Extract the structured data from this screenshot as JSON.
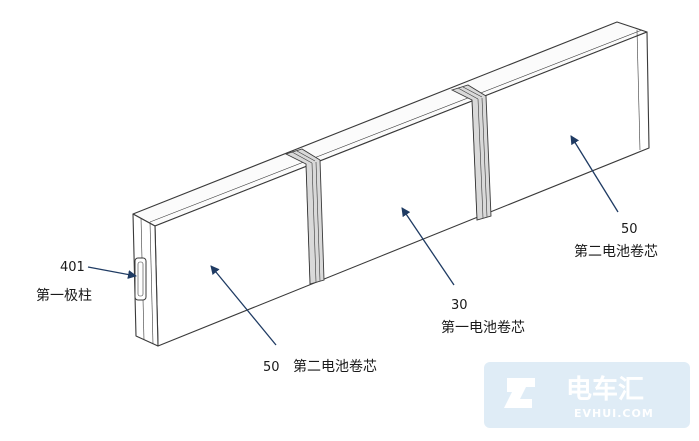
{
  "labels": {
    "terminal": {
      "number": "401",
      "name": "第一极柱"
    },
    "core_left": {
      "number": "50",
      "name": "第二电池卷芯"
    },
    "core_middle": {
      "number": "30",
      "name": "第一电池卷芯"
    },
    "core_right": {
      "number": "50",
      "name": "第二电池卷芯"
    }
  },
  "watermark": {
    "logo_text": "电车汇",
    "url": "EVHUI.COM"
  },
  "colors": {
    "outline": "#3a3a3a",
    "face_front": "#ffffff",
    "face_top": "#fbfbfb",
    "band_fill": "#d9d9d9",
    "watermark_bg": "#d4e6f3",
    "watermark_fg": "#ffffff"
  }
}
